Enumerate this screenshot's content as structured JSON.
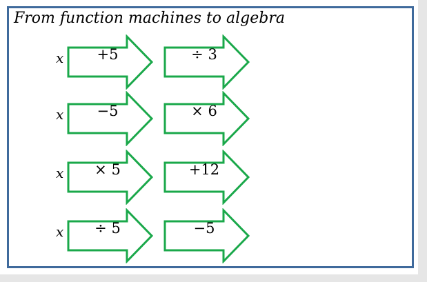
{
  "title": "From function machines to algebra",
  "rows": [
    {
      "var": "x",
      "op1": "+5",
      "op2": "÷ 3"
    },
    {
      "var": "x",
      "op1": "−5",
      "op2": "× 6"
    },
    {
      "var": "x",
      "op1": "× 5",
      "op2": "+12"
    },
    {
      "var": "x",
      "op1": "÷ 5",
      "op2": "−5"
    }
  ],
  "colors": {
    "arrow": "#1aa84a",
    "frame": "#3f6a9c"
  }
}
